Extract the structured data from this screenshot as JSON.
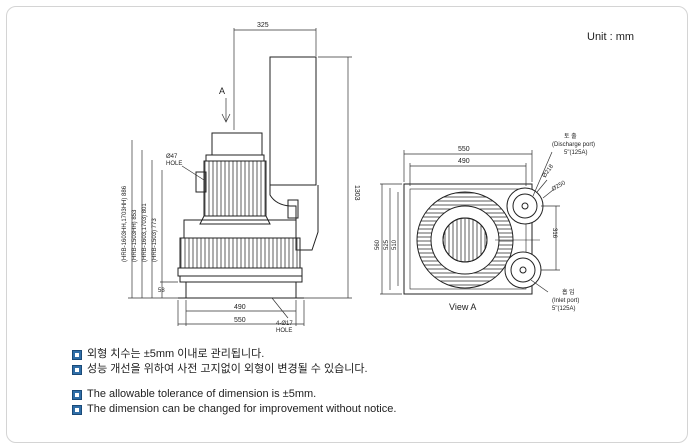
{
  "unit_label": "Unit : mm",
  "side_view": {
    "arrow_label": "A",
    "dim_top": "325",
    "dim_height": "1303",
    "dim_bottom_inner": "490",
    "dim_bottom_outer": "550",
    "dim_small_left": "58",
    "hole_top": "Ø47\nHOLE",
    "hole_bottom": "4-Ø17\nHOLE",
    "height_labels": [
      "(HRB-1603HH,1703HH) 886",
      "(HRB-1503HH) 853",
      "(HRB-1603,1703) 801",
      "(HRB-1503) 773"
    ]
  },
  "view_a": {
    "title": "View A",
    "dim_top_outer": "550",
    "dim_top_inner": "490",
    "dim_left": [
      "560",
      "525",
      "510"
    ],
    "dim_right": "316",
    "dia_a": "Ø218",
    "dia_b": "Ø250",
    "discharge": [
      "토 출",
      "(Discharge port)",
      "5\"(125A)"
    ],
    "inlet": [
      "흡 입",
      "(Inlet port)",
      "5\"(125A)"
    ]
  },
  "notes": [
    "외형 치수는 ±5mm 이내로 관리됩니다.",
    "성능 개선을 위하여 사전 고지없이 외형이 변경될 수 있습니다.",
    "The allowable tolerance of dimension is ±5mm.",
    "The dimension can be changed for improvement without notice."
  ]
}
